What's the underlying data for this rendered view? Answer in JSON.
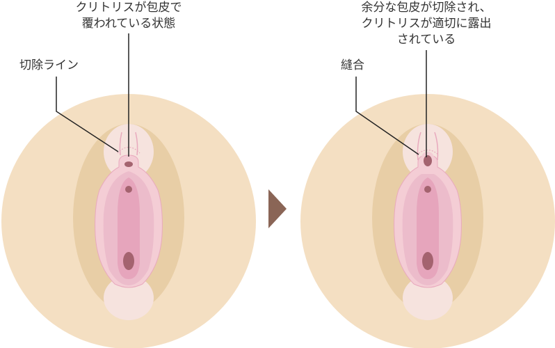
{
  "before": {
    "clitoris_label_line1": "クリトリスが包皮で",
    "clitoris_label_line2": "覆われている状態",
    "cut_line_label": "切除ライン"
  },
  "after": {
    "result_label_line1": "余分な包皮が切除され、",
    "result_label_line2": "クリトリスが適切に露出",
    "result_label_line3": "されている",
    "suture_label": "縫合"
  },
  "colors": {
    "skin": "#f4dfc2",
    "inner": "#e8cea6",
    "hood": "#f6e3de",
    "labia_outer": "#f4cdd5",
    "labia_mid": "#ecbccb",
    "labia_inner": "#e6a5bc",
    "dot": "#a4636f",
    "arrow": "#8a6556"
  }
}
